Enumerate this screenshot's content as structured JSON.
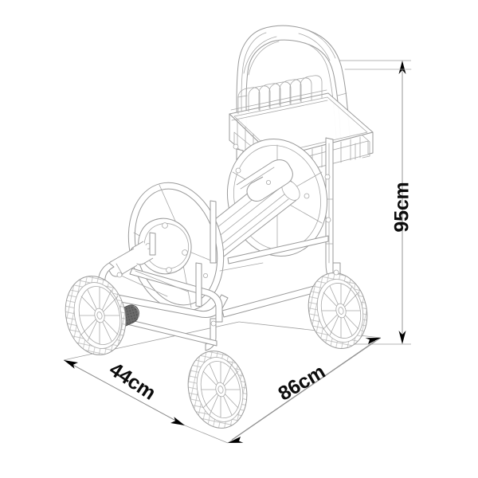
{
  "drawing": {
    "title": "Garden hose reel cart technical drawing",
    "view": "isometric perspective line drawing",
    "line_color": "#9a9a9a",
    "accent_line_color": "#b3b3b3",
    "dimension_line_color": "#8c8c8c",
    "arrow_color": "#000000",
    "grip_fill_color": "#5c5c5c",
    "background_color": "#ffffff"
  },
  "dimensions": {
    "height": {
      "value": "95cm",
      "axis": "vertical",
      "rotation_deg": -90,
      "name": "overall-height"
    },
    "depth": {
      "value": "44cm",
      "axis": "diagonal-left",
      "rotation_deg": 33.5,
      "name": "overall-depth"
    },
    "length": {
      "value": "86cm",
      "axis": "diagonal-right",
      "rotation_deg": -30.5,
      "name": "overall-length"
    }
  },
  "parts": [
    {
      "name": "handle-bar",
      "label": "Tubular push handle with grips"
    },
    {
      "name": "wire-basket",
      "label": "Wire storage basket"
    },
    {
      "name": "hose-reel-drum",
      "label": "Hose reel drum with side flanges"
    },
    {
      "name": "reel-hub",
      "label": "Reel hub plate"
    },
    {
      "name": "crank-shaft",
      "label": "Crank shaft stub"
    },
    {
      "name": "frame",
      "label": "Tubular steel frame"
    },
    {
      "name": "wheel-rear-left",
      "label": "Rear left treaded wheel"
    },
    {
      "name": "wheel-rear-right",
      "label": "Rear right treaded wheel"
    },
    {
      "name": "wheel-front",
      "label": "Front treaded wheel"
    },
    {
      "name": "foot-grip",
      "label": "Shaded rubber foot grip"
    }
  ]
}
